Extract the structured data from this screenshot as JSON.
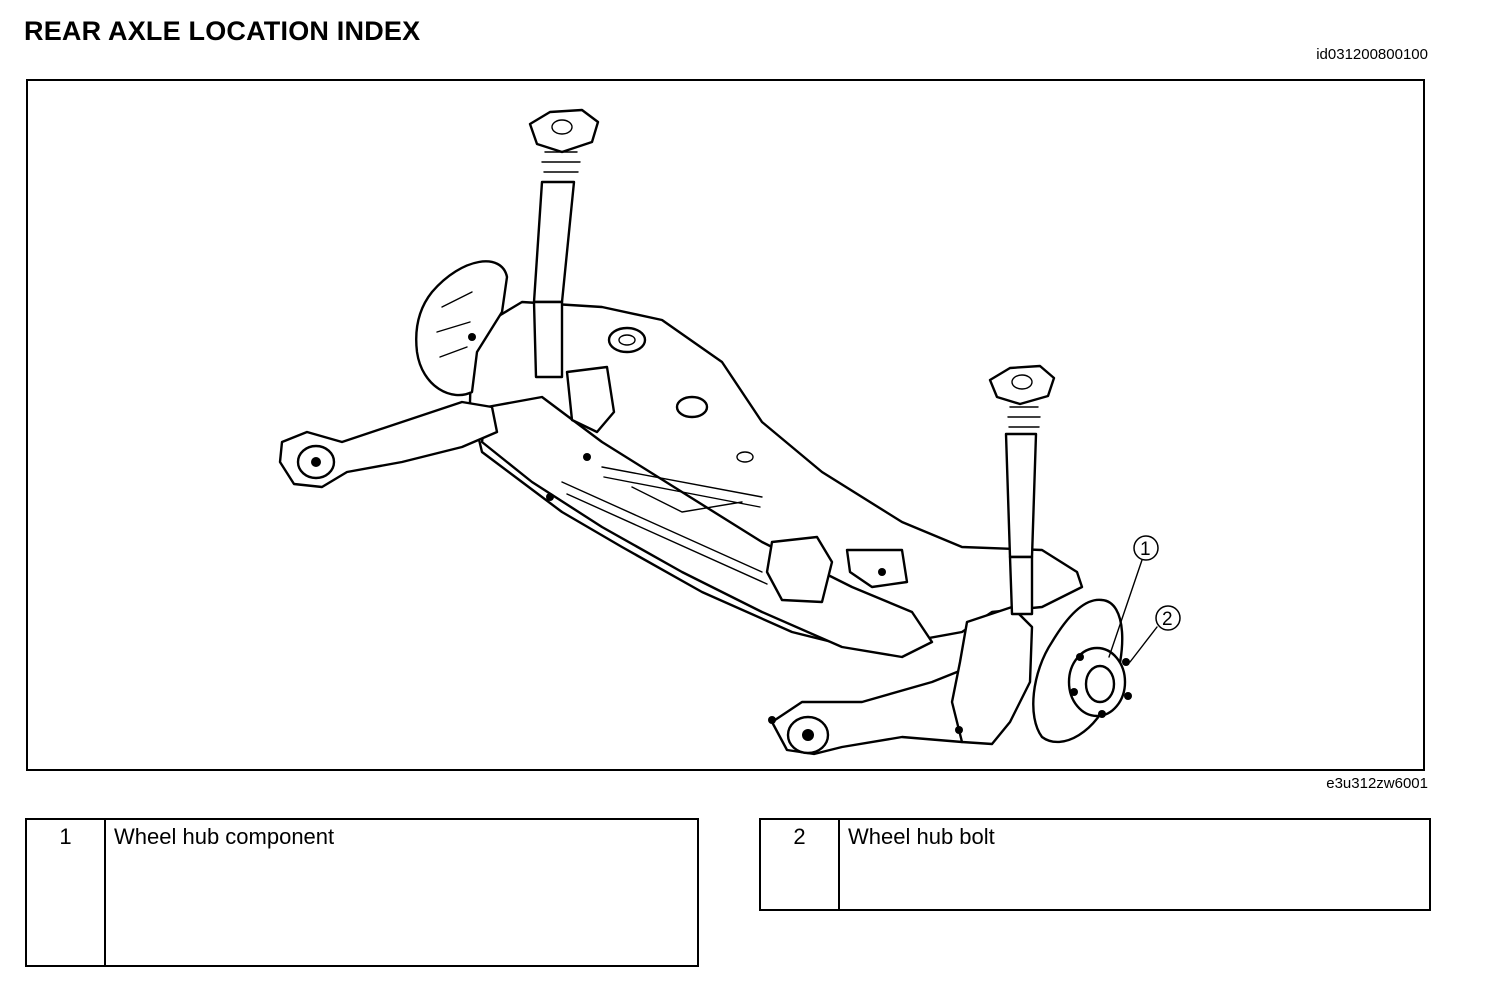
{
  "header": {
    "title": "REAR AXLE LOCATION INDEX",
    "doc_id": "id031200800100"
  },
  "figure": {
    "code": "e3u312zw6001",
    "callouts": [
      "1",
      "2"
    ]
  },
  "legend": [
    {
      "number": "1",
      "description": "Wheel hub component"
    },
    {
      "number": "2",
      "description": "Wheel hub bolt"
    }
  ]
}
